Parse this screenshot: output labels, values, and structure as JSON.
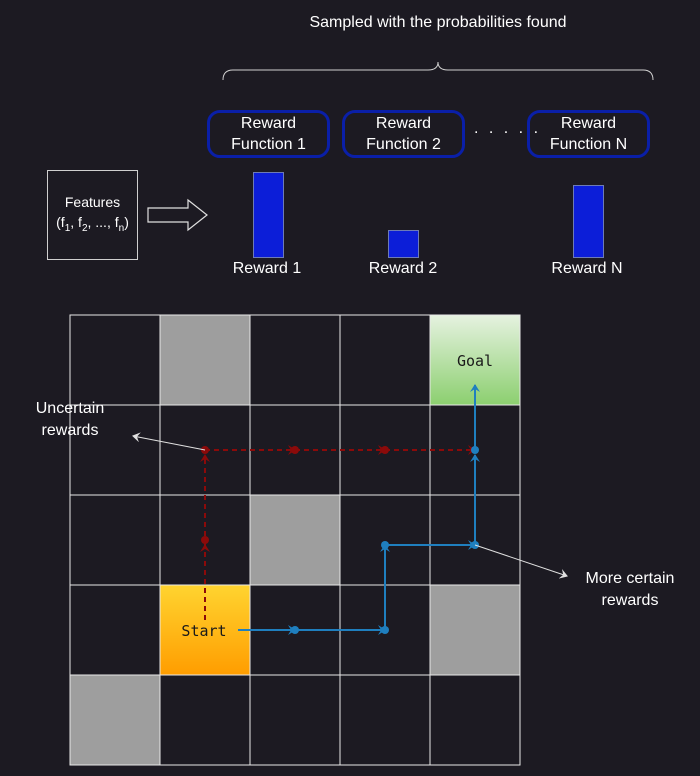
{
  "caption": "Sampled with the probabilities found",
  "reward_functions": [
    {
      "label": "Reward\nFunction 1"
    },
    {
      "label": "Reward\nFunction 2"
    },
    {
      "label": "Reward\nFunction N"
    }
  ],
  "ellipsis": ". . . . .",
  "features": {
    "title": "Features",
    "open": "(f",
    "s1": "1",
    "sep1": ", f",
    "s2": "2",
    "mid": ", ..., f",
    "sn": "n",
    "close": ")"
  },
  "bars": [
    {
      "label": "Reward 1",
      "value": 1.0
    },
    {
      "label": "Reward 2",
      "value": 0.33
    },
    {
      "label": "Reward N",
      "value": 0.85
    }
  ],
  "grid": {
    "rows": 5,
    "cols": 5,
    "obstacles": [
      [
        0,
        1
      ],
      [
        2,
        2
      ],
      [
        3,
        4
      ],
      [
        4,
        0
      ]
    ],
    "goal": {
      "row": 0,
      "col": 4,
      "label": "Goal"
    },
    "start": {
      "row": 3,
      "col": 1,
      "label": "Start"
    }
  },
  "annotations": {
    "uncertain": "Uncertain\nrewards",
    "certain": "More certain\nrewards"
  },
  "colors": {
    "background": "#1c1a22",
    "reward_border": "#0a1fa8",
    "bar_fill": "#0c1ed8",
    "uncertain_path": "#8b0a0a",
    "certain_path": "#1f7fbf",
    "obstacle": "#9e9e9e"
  }
}
